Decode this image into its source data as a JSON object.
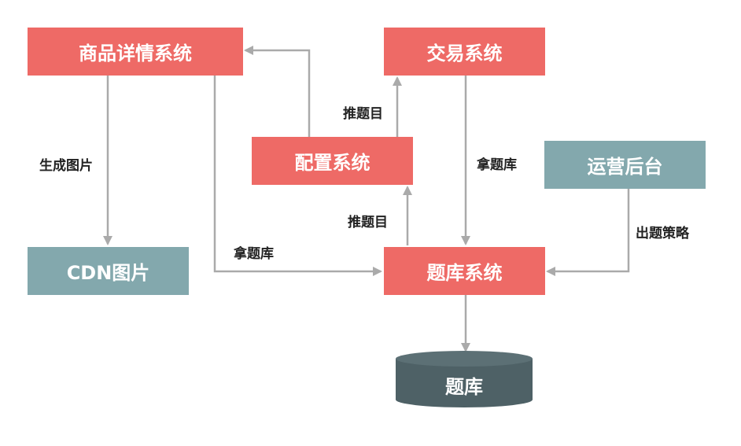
{
  "colors": {
    "system_node": "#ee6a66",
    "side_node": "#83a8ad",
    "database": "#4e6166",
    "edge": "#aaaaaa"
  },
  "nodes": {
    "product_detail": "商品详情系统",
    "trade": "交易系统",
    "config": "配置系统",
    "ops_backend": "运营后台",
    "cdn_image": "CDN图片",
    "question_bank_system": "题库系统",
    "question_bank_db": "题库"
  },
  "edges": {
    "generate_image": "生成图片",
    "push_question_top": "推题目",
    "push_question_bottom": "推题目",
    "fetch_bank_left": "拿题库",
    "fetch_bank_right": "拿题库",
    "question_strategy": "出题策略"
  }
}
